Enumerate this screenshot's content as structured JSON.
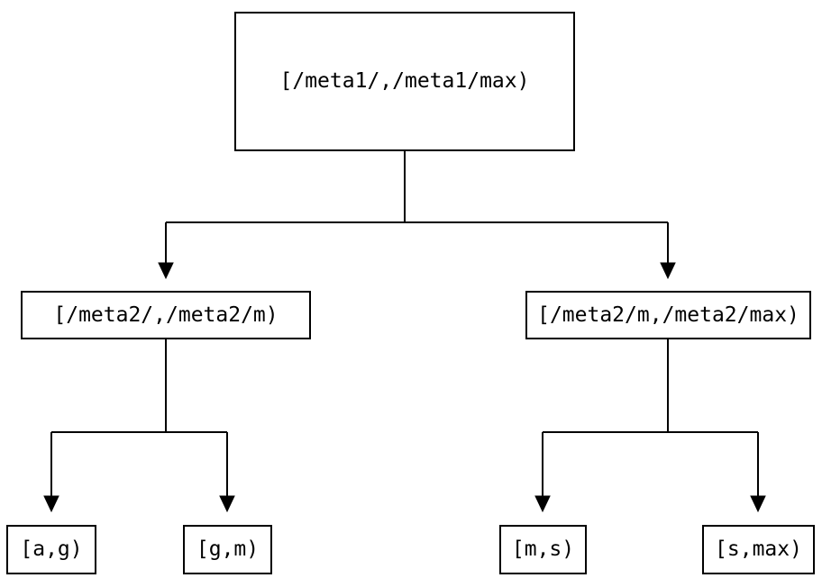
{
  "diagram": {
    "type": "tree",
    "colors": {
      "background": "#ffffff",
      "line": "#000000",
      "text": "#000000"
    },
    "tree": {
      "label": "[/meta1/,/meta1/max)",
      "children": [
        {
          "label": "[/meta2/,/meta2/m)",
          "children": [
            {
              "label": "[a,g)"
            },
            {
              "label": "[g,m)"
            }
          ]
        },
        {
          "label": "[/meta2/m,/meta2/max)",
          "children": [
            {
              "label": "[m,s)"
            },
            {
              "label": "[s,max)"
            }
          ]
        }
      ]
    }
  }
}
